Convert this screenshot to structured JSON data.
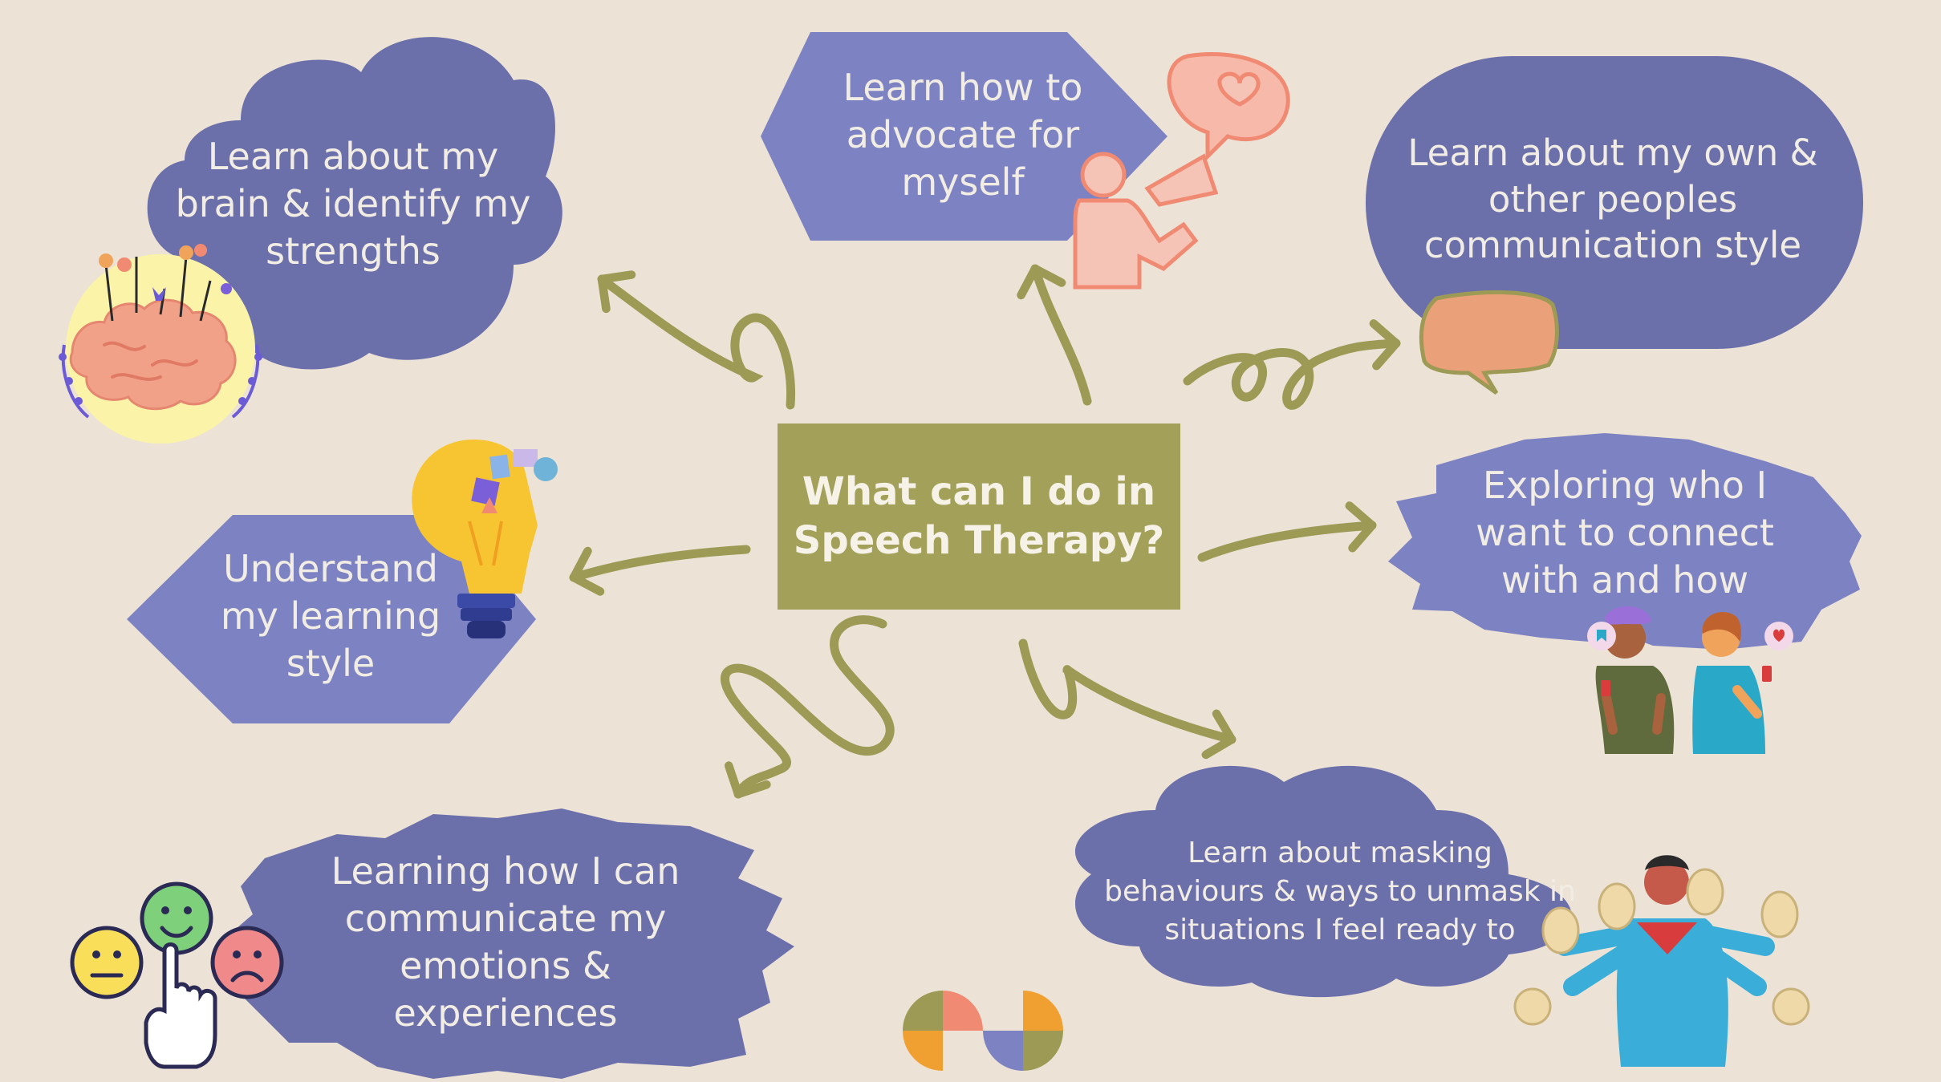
{
  "center": {
    "line1": "What can I do in",
    "line2": "Speech Therapy?"
  },
  "nodes": {
    "brain": {
      "lines": [
        "Learn about my",
        "brain & identify my",
        "strengths"
      ]
    },
    "advocate": {
      "lines": [
        "Learn how to",
        "advocate for",
        "myself"
      ]
    },
    "communication_style": {
      "lines": [
        "Learn about my own &",
        "other peoples",
        "communication style"
      ]
    },
    "learning_style": {
      "lines": [
        "Understand",
        "my learning",
        "style"
      ]
    },
    "connect": {
      "lines": [
        "Exploring who I",
        "want to connect",
        "with and how"
      ]
    },
    "emotions": {
      "lines": [
        "Learning how I can",
        "communicate my",
        "emotions &",
        "experiences"
      ]
    },
    "masking": {
      "lines": [
        "Learn about masking",
        "behaviours & ways to unmask in",
        "situations I feel ready to"
      ]
    }
  },
  "colors": {
    "background": "#ede2d6",
    "shape_dark": "#6b6faa",
    "shape_light": "#7d83c2",
    "accent_olive": "#a3a05a",
    "text_light": "#f2ede4",
    "illustration_coral": "#f08a72",
    "illustration_orange": "#f0a35a"
  },
  "icons": [
    "brain-flowers-icon",
    "megaphone-person-icon",
    "speech-bubble-icon",
    "lightbulb-icon",
    "people-phones-icon",
    "emotion-faces-icon",
    "masks-person-icon",
    "logo-mark-icon"
  ]
}
